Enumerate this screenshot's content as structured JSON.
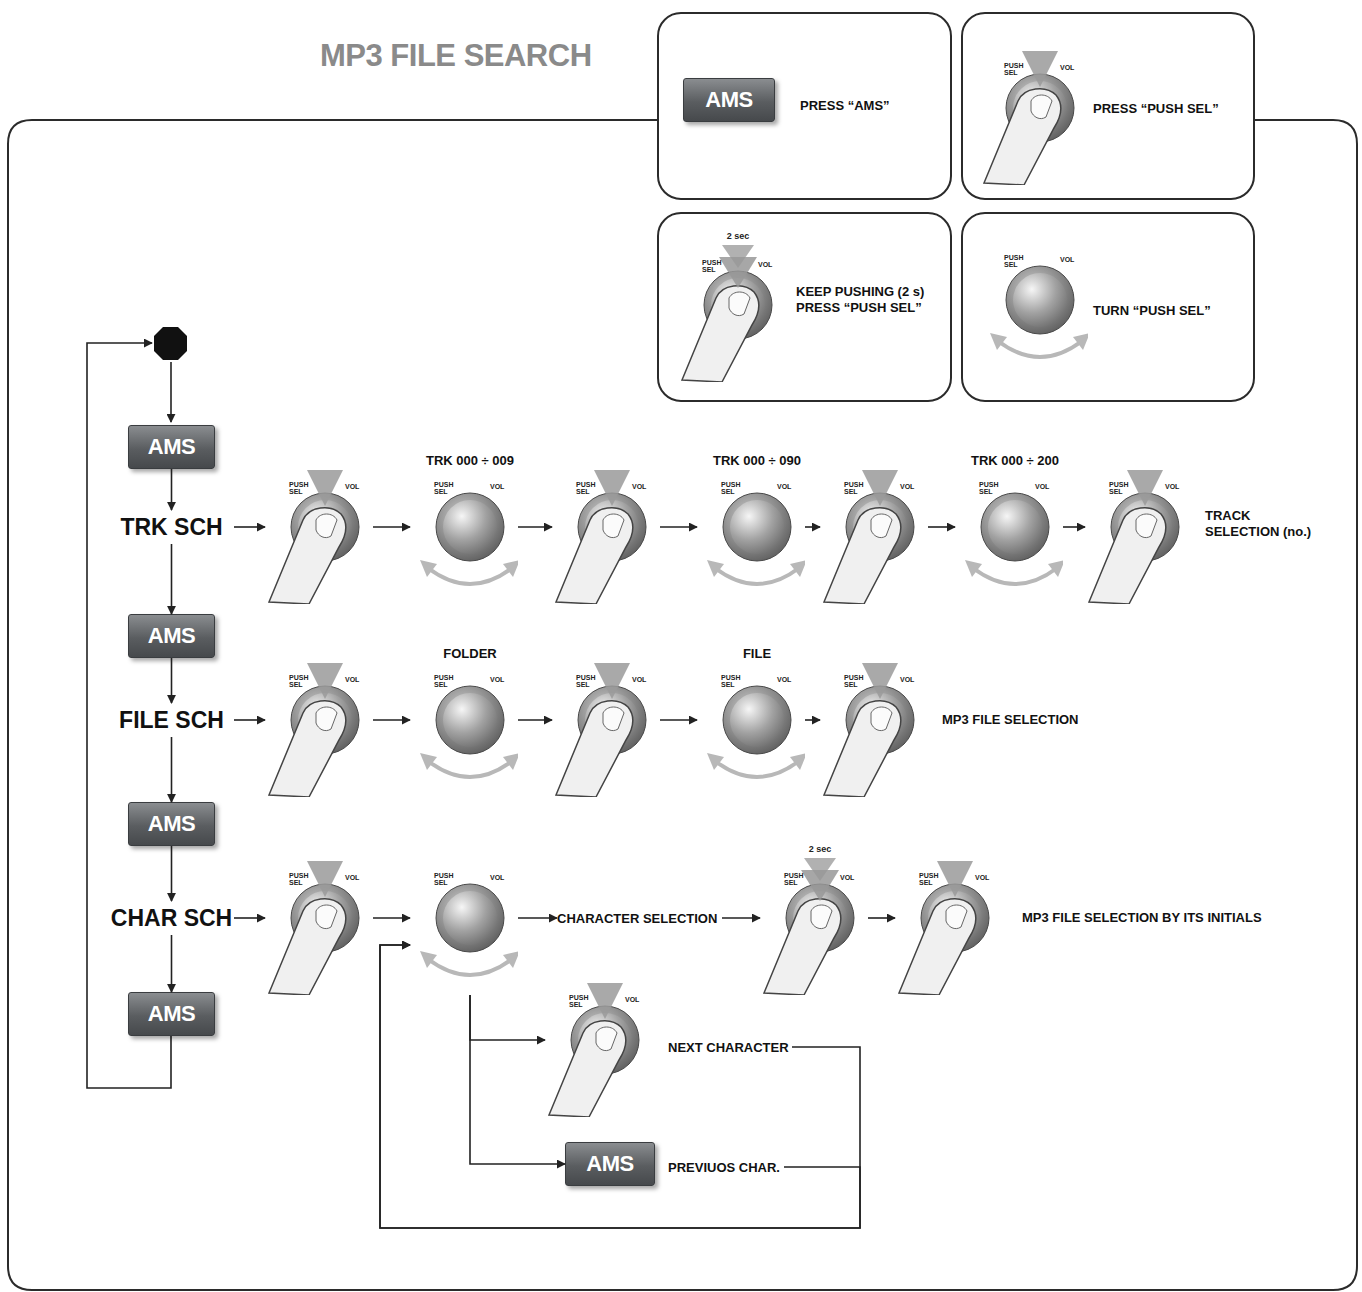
{
  "diagram": {
    "title": "MP3 FILE SEARCH",
    "nodes": [
      {
        "text": [
          "PRESS “AMS”"
        ]
      },
      {
        "text": [
          "AMS"
        ],
        "in": 0
      },
      {
        "text": [
          "PRESS “PUSH SEL”"
        ]
      },
      {
        "text": [
          "PUSH SEL",
          "VOL"
        ],
        "in": 2
      },
      {
        "text": [
          "KEEP PUSHING (2 s) PRESS “PUSH SEL”"
        ]
      },
      {
        "text": [
          "2 sec",
          "PUSH SEL",
          "VOL"
        ],
        "in": 4
      },
      {
        "text": [
          "TURN “PUSH SEL”"
        ]
      },
      {
        "text": [
          "PUSH SEL",
          "VOL"
        ],
        "in": 6
      },
      {
        "text": [
          "AMS"
        ]
      },
      {
        "text": [
          "TRK SCH"
        ]
      },
      {
        "text": [
          "PUSH SEL",
          "VOL"
        ]
      },
      {
        "text": [
          "TRK 000 ÷ 009",
          "PUSH SEL",
          "VOL"
        ]
      },
      {
        "text": [
          "PUSH SEL",
          "VOL"
        ]
      },
      {
        "text": [
          "TRK 000 ÷ 090",
          "PUSH SEL",
          "VOL"
        ]
      },
      {
        "text": [
          "PUSH SEL",
          "VOL"
        ]
      },
      {
        "text": [
          "TRK 000 ÷ 200",
          "PUSH SEL",
          "VOL"
        ]
      },
      {
        "text": [
          "PUSH SEL",
          "VOL"
        ]
      },
      {
        "text": [
          "AMS"
        ]
      },
      {
        "text": [
          "FILE SCH"
        ]
      },
      {
        "text": [
          "PUSH SEL",
          "VOL"
        ]
      },
      {
        "text": [
          "FOLDER",
          "PUSH SEL",
          "VOL"
        ]
      },
      {
        "text": [
          "PUSH SEL",
          "VOL"
        ]
      },
      {
        "text": [
          "FILE",
          "PUSH SEL",
          "VOL"
        ]
      },
      {
        "text": [
          "PUSH SEL",
          "VOL"
        ]
      },
      {
        "text": [
          "AMS"
        ]
      },
      {
        "text": [
          "CHAR SCH"
        ]
      },
      {
        "text": [
          "PUSH SEL",
          "VOL"
        ]
      },
      {
        "text": [
          "PUSH SEL",
          "VOL"
        ]
      },
      {
        "text": [
          "CHARACTER SELECTION"
        ]
      },
      {
        "text": [
          "2 sec",
          "PUSH SEL",
          "VOL"
        ]
      },
      {
        "text": [
          "PUSH SEL",
          "VOL"
        ]
      },
      {
        "text": [
          "AMS"
        ]
      },
      {
        "text": [
          "PUSH SEL",
          "VOL"
        ]
      },
      {
        "text": [
          "NEXT CHARACTER"
        ]
      },
      {
        "text": [
          "AMS"
        ]
      },
      {
        "text": [
          "PREVIUOS CHAR."
        ]
      }
    ],
    "edges": [
      {
        "from": 8,
        "to": 9,
        "arrow": "to"
      },
      {
        "from": 9,
        "to": 17,
        "arrow": "to"
      },
      {
        "from": 17,
        "to": 18,
        "arrow": "to"
      },
      {
        "from": 18,
        "to": 24,
        "arrow": "to"
      },
      {
        "from": 24,
        "to": 25,
        "arrow": "to"
      },
      {
        "from": 25,
        "to": 31,
        "arrow": "to"
      },
      {
        "from": 9,
        "to": 10,
        "arrow": "to"
      },
      {
        "from": 10,
        "to": 11,
        "arrow": "to"
      },
      {
        "from": 11,
        "to": 12,
        "arrow": "to"
      },
      {
        "from": 12,
        "to": 13,
        "arrow": "to"
      },
      {
        "from": 13,
        "to": 14,
        "arrow": "to"
      },
      {
        "from": 14,
        "to": 15,
        "arrow": "to"
      },
      {
        "from": 15,
        "to": 16,
        "arrow": "to"
      },
      {
        "from": 18,
        "to": 19,
        "arrow": "to"
      },
      {
        "from": 19,
        "to": 20,
        "arrow": "to"
      },
      {
        "from": 20,
        "to": 21,
        "arrow": "to"
      },
      {
        "from": 21,
        "to": 22,
        "arrow": "to"
      },
      {
        "from": 22,
        "to": 23,
        "arrow": "to"
      },
      {
        "from": 25,
        "to": 26,
        "arrow": "to"
      },
      {
        "from": 26,
        "to": 27,
        "arrow": "to"
      },
      {
        "from": 27,
        "to": 28,
        "arrow": "to"
      },
      {
        "from": 28,
        "to": 29,
        "arrow": "to"
      },
      {
        "from": 29,
        "to": 30,
        "arrow": "to"
      },
      {
        "from": 27,
        "to": 32,
        "arrow": "to"
      },
      {
        "from": 27,
        "to": 34,
        "arrow": "to"
      },
      {
        "from": 33,
        "to": 27,
        "arrow": "to"
      },
      {
        "from": 35,
        "to": 27,
        "arrow": "to"
      }
    ],
    "labels": [
      "TRACK SELECTION (no.)",
      "MP3 FILE SELECTION",
      "MP3 FILE SELECTION BY ITS INITIALS"
    ]
  }
}
